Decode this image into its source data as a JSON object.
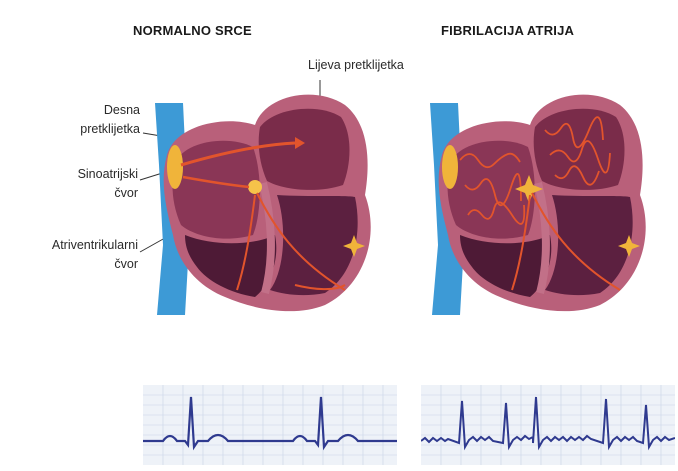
{
  "titles": {
    "normal": "NORMALNO SRCE",
    "fibrillation": "FIBRILACIJA ATRIJA"
  },
  "labels": {
    "left_atrium": "Lijeva pretklijetka",
    "right_atrium_line1": "Desna",
    "right_atrium_line2": "pretklijetka",
    "sa_node_line1": "Sinoatrijski",
    "sa_node_line2": "čvor",
    "av_node_line1": "Atriventrikularni",
    "av_node_line2": "čvor"
  },
  "colors": {
    "heart_outer": "#b9607a",
    "heart_wall": "#a4506a",
    "heart_inner": "#7a2c4a",
    "heart_dark": "#4e1a36",
    "vessel": "#3d9ad6",
    "node": "#f0b43a",
    "signal": "#e2542c",
    "ecg_line": "#2f3a8f",
    "ecg_grid": "#c9d3e6"
  }
}
